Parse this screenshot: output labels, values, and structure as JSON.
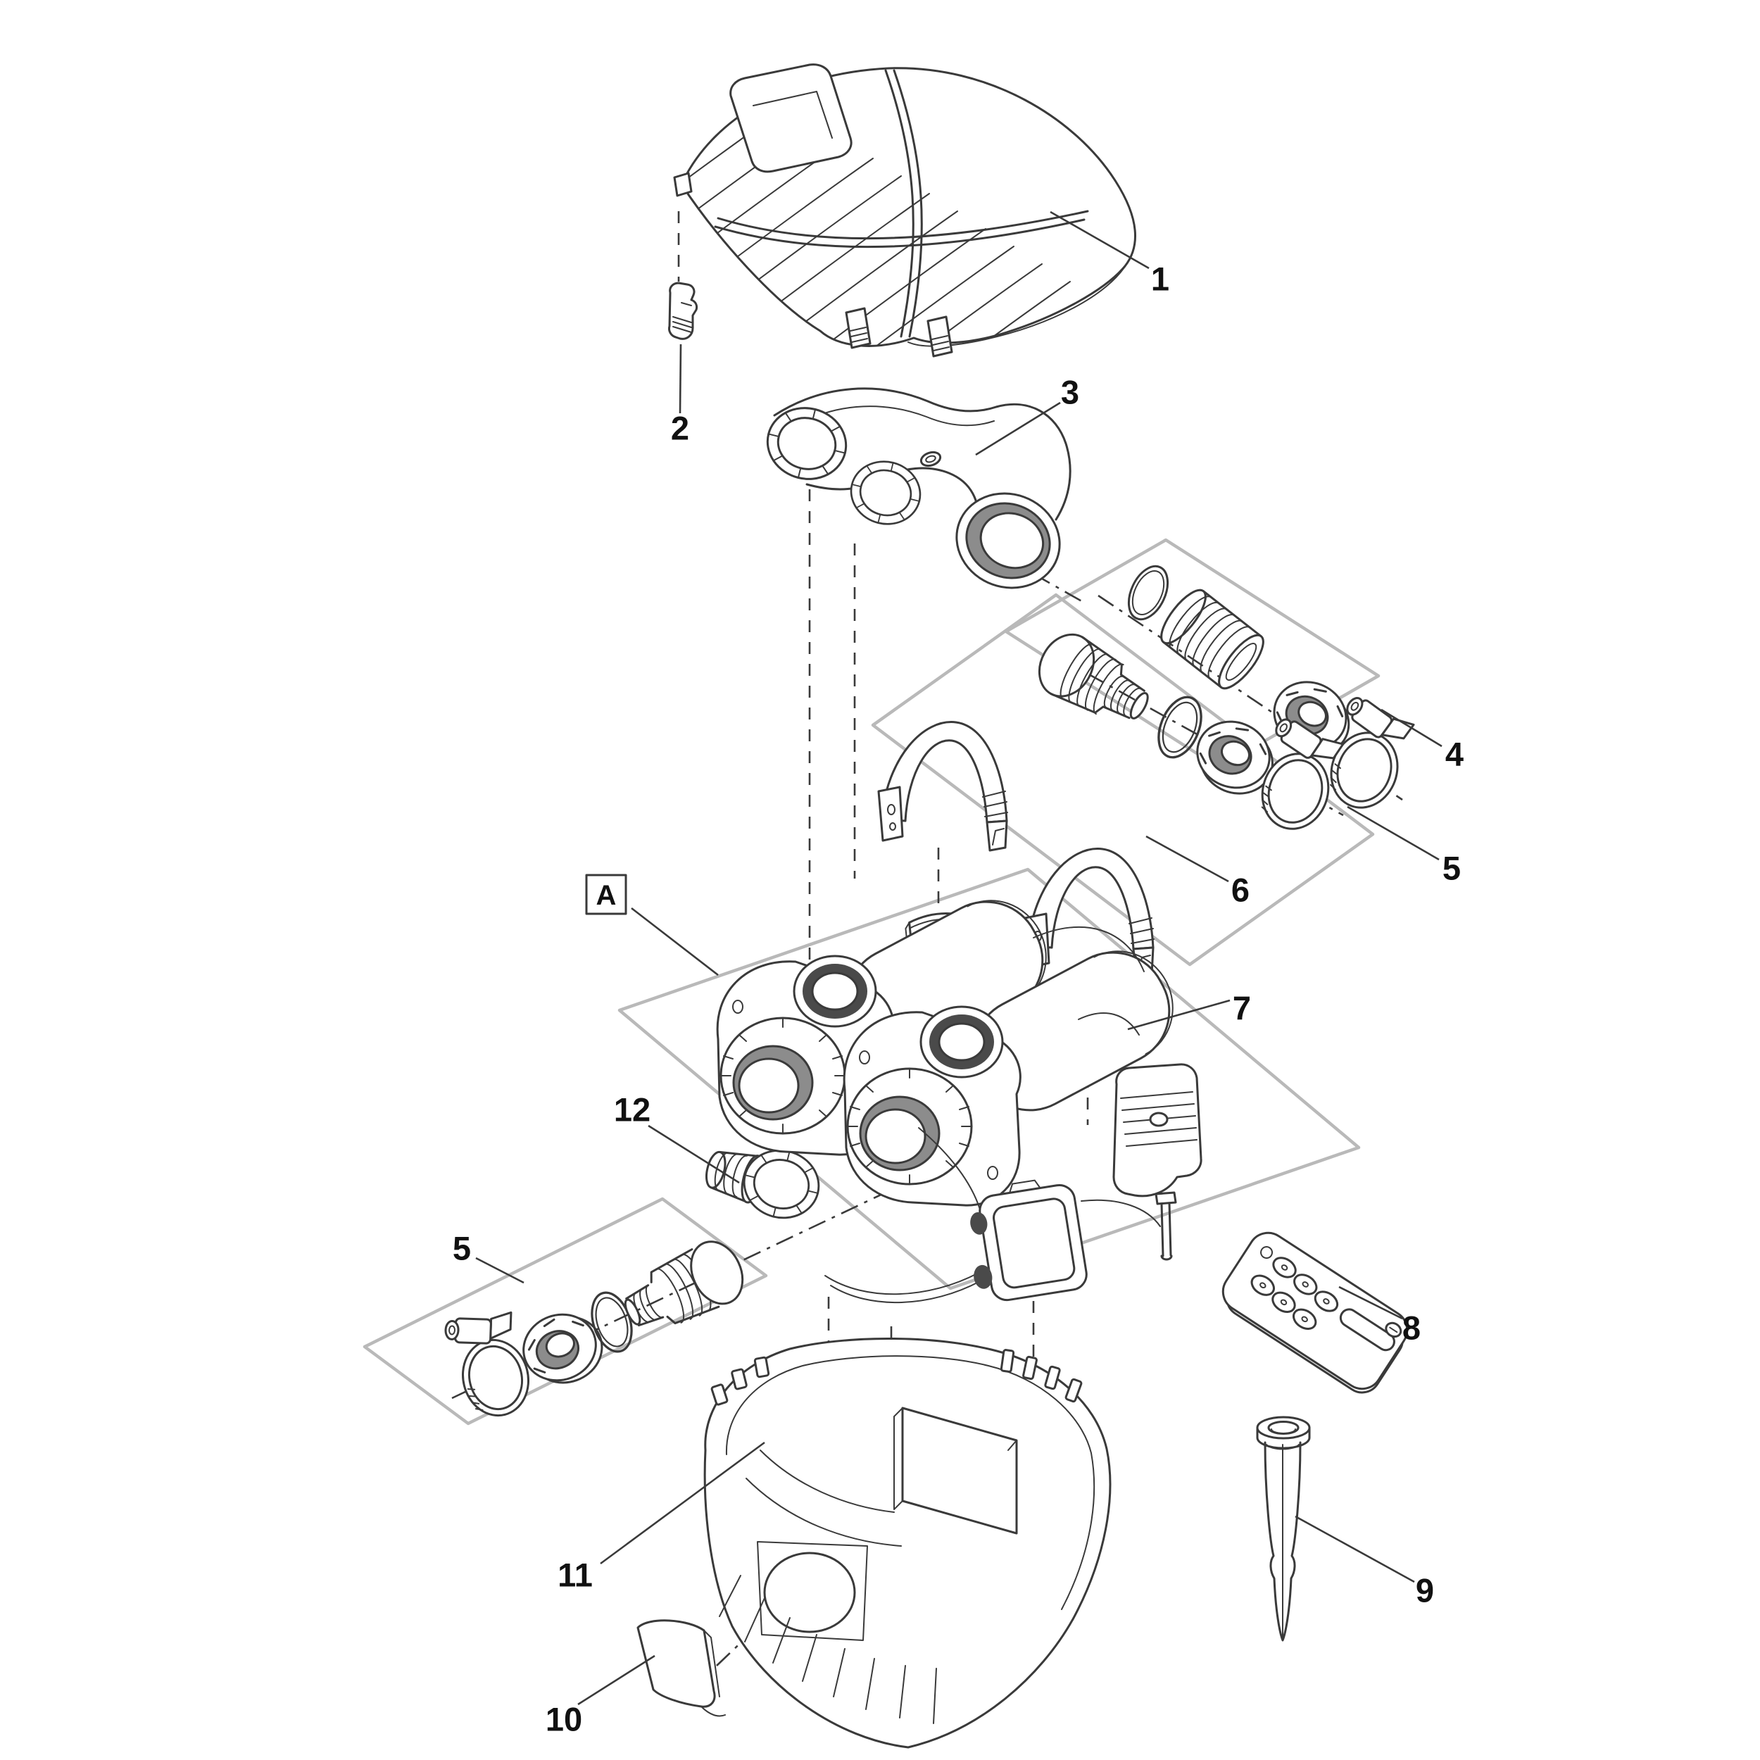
{
  "diagram": {
    "assembly_label": {
      "text": "A"
    },
    "callouts": [
      {
        "id": "part-1",
        "text": "1"
      },
      {
        "id": "part-2",
        "text": "2"
      },
      {
        "id": "part-3",
        "text": "3"
      },
      {
        "id": "part-4",
        "text": "4"
      },
      {
        "id": "part-5-right",
        "text": "5"
      },
      {
        "id": "part-6",
        "text": "6"
      },
      {
        "id": "part-7",
        "text": "7"
      },
      {
        "id": "part-8",
        "text": "8"
      },
      {
        "id": "part-9",
        "text": "9"
      },
      {
        "id": "part-10",
        "text": "10"
      },
      {
        "id": "part-11",
        "text": "11"
      },
      {
        "id": "part-12",
        "text": "12"
      },
      {
        "id": "part-5-left",
        "text": "5"
      }
    ],
    "colors": {
      "background": "#ffffff",
      "line": "#3a3a3a",
      "platform": "#b9b9b9",
      "shade": "#8c8c8c",
      "port": "#4a4a4a",
      "label": "#111111"
    }
  }
}
